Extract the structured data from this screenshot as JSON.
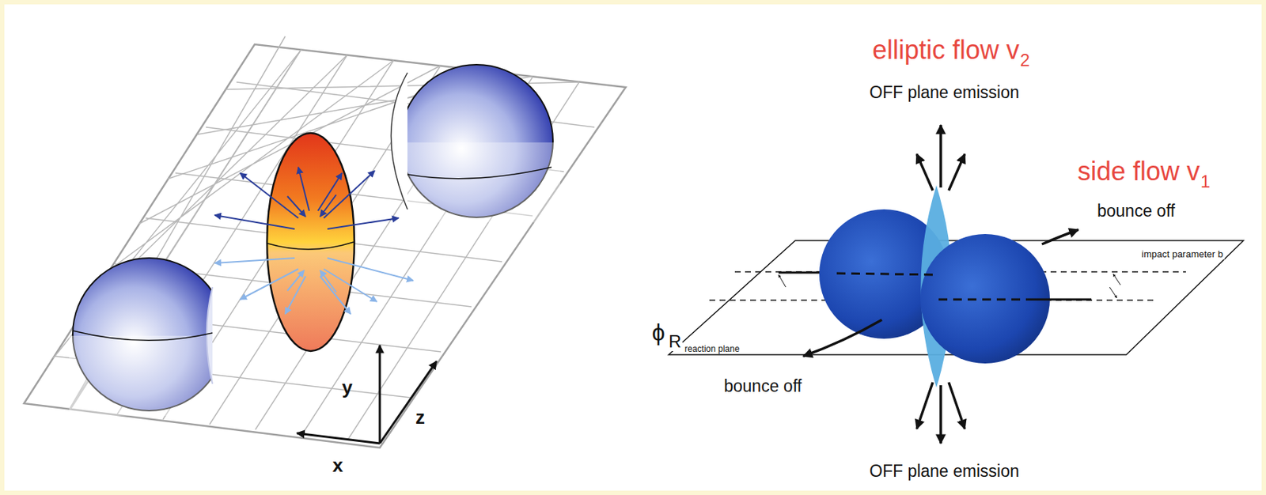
{
  "diagram": {
    "labels": [
      "y",
      "z",
      "x",
      "elliptic flow v",
      "2",
      "OFF plane emission",
      "side flow v",
      "1",
      "bounce off",
      "impact parameter b",
      "ϕ",
      "R",
      "reaction plane",
      "bounce off",
      "OFF plane emission"
    ]
  }
}
